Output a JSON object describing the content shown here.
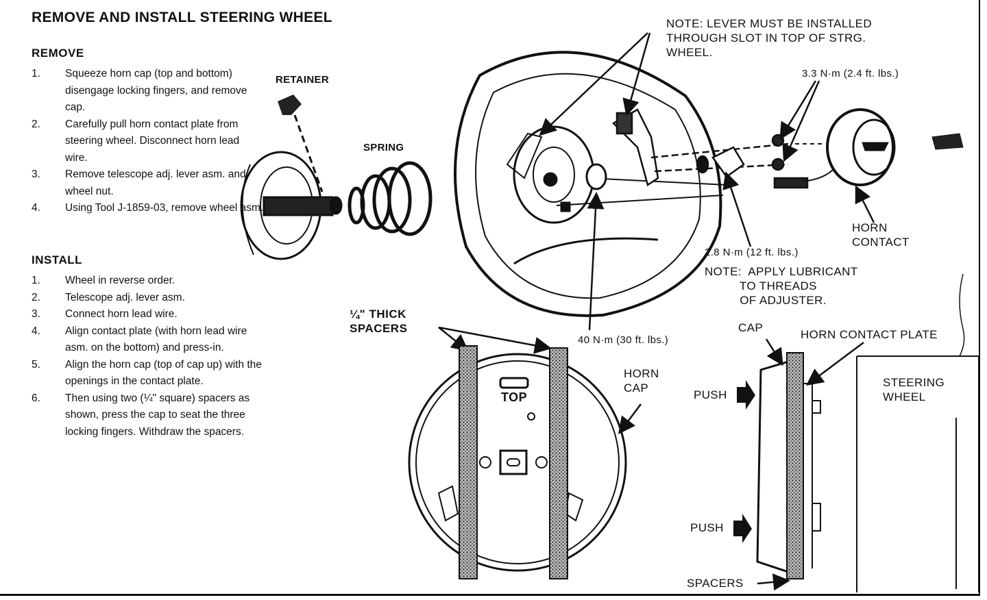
{
  "title": "REMOVE AND INSTALL STEERING WHEEL",
  "remove": {
    "heading": "REMOVE",
    "steps": [
      {
        "num": "1.",
        "text": "Squeeze horn cap (top and bottom) disengage locking fingers, and remove cap."
      },
      {
        "num": "2.",
        "text": "Carefully pull horn contact plate from steering wheel. Disconnect horn lead wire."
      },
      {
        "num": "3.",
        "text": "Remove telescope adj. lever asm. and wheel nut."
      },
      {
        "num": "4.",
        "text": "Using Tool J-1859-03, remove wheel asm."
      }
    ]
  },
  "install": {
    "heading": "INSTALL",
    "steps": [
      {
        "num": "1.",
        "text": "Wheel in reverse order."
      },
      {
        "num": "2.",
        "text": "Telescope adj. lever asm."
      },
      {
        "num": "3.",
        "text": "Connect horn lead wire."
      },
      {
        "num": "4.",
        "text": "Align contact plate (with horn lead wire asm. on the bottom) and press-in."
      },
      {
        "num": "5.",
        "text": "Align the horn cap (top of cap up) with the openings in the contact plate."
      },
      {
        "num": "6.",
        "text": "Then using two (¼\" square) spacers as shown, press the cap to seat the three locking fingers. Withdraw the spacers."
      }
    ]
  },
  "labels": {
    "retainer": "RETAINER",
    "spring": "SPRING",
    "note_lever": "NOTE: LEVER MUST BE INSTALLED\nTHROUGH SLOT IN TOP OF STRG.\nWHEEL.",
    "torque_small": "3.3 N·m (2.4 ft. lbs.)",
    "horn_contact": "HORN\nCONTACT",
    "torque_adjuster": "2.8 N·m (12 ft. lbs.)",
    "note_lube": "NOTE:  APPLY LUBRICANT\n          TO THREADS\n          OF ADJUSTER.",
    "torque_nut": "40 N·m (30 ft. lbs.)",
    "spacers_thick": "¼\" THICK\nSPACERS",
    "top": "TOP",
    "horn_cap": "HORN\nCAP",
    "cap": "CAP",
    "horn_contact_plate": "HORN CONTACT PLATE",
    "steering_wheel": "STEERING\nWHEEL",
    "push_top": "PUSH",
    "push_bottom": "PUSH",
    "spacers": "SPACERS"
  },
  "icons": [
    "retainer-icon",
    "spring-icon",
    "steering-wheel-icon",
    "lever-icon",
    "horn-cap-icon",
    "spacer-icon",
    "arrow-icon"
  ]
}
